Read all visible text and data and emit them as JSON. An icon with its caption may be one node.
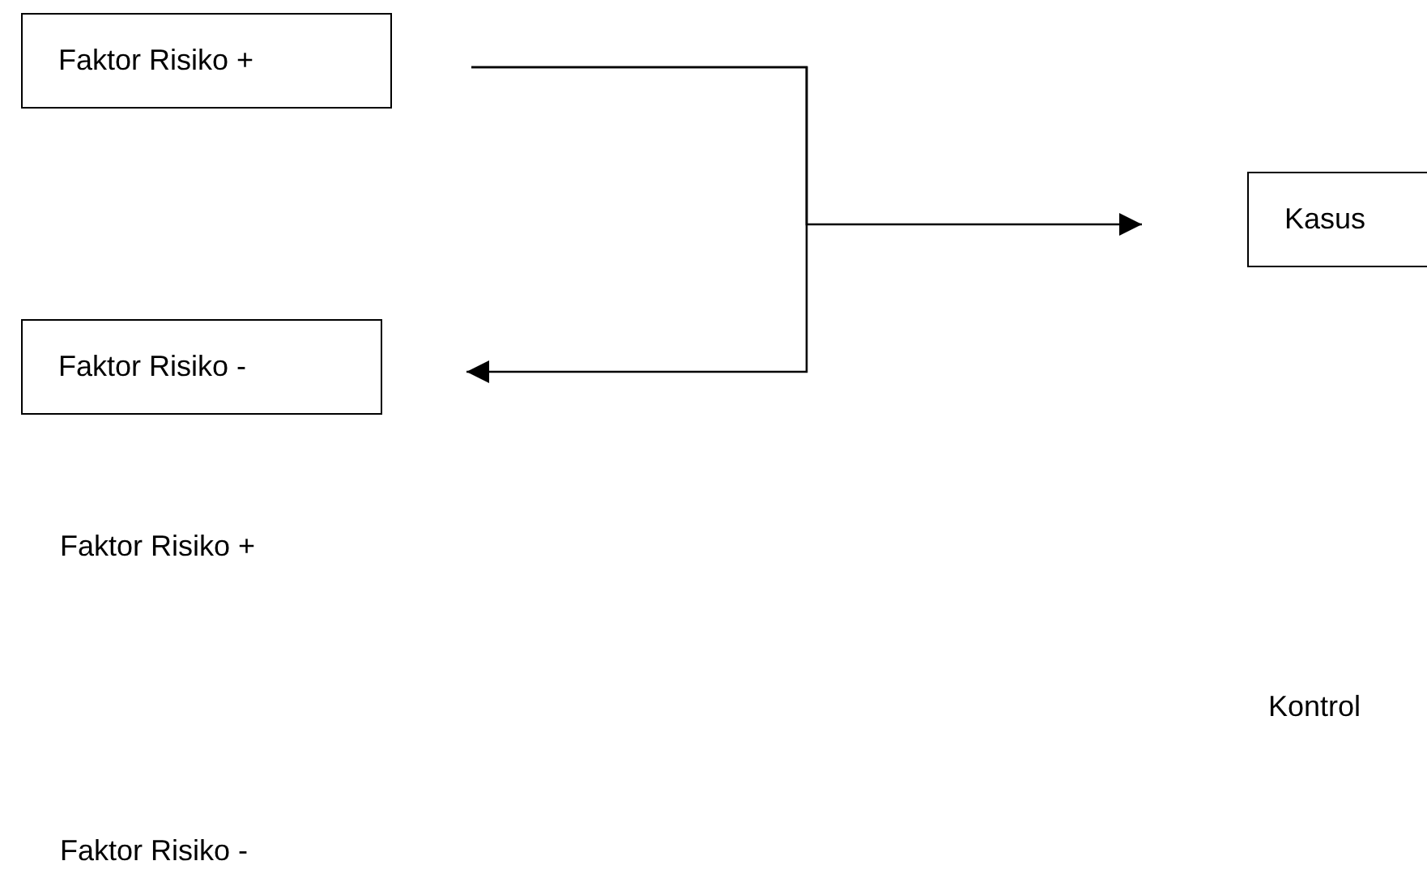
{
  "diagram": {
    "nodes": [
      {
        "text": [
          "Faktor Risiko +"
        ]
      },
      {
        "text": [
          "Faktor Risiko -"
        ]
      },
      {
        "text": [
          "Kasus"
        ]
      }
    ],
    "edges": [
      {
        "from": 0,
        "to": 2,
        "arrow": "to"
      },
      {
        "from": 0,
        "to": 1,
        "arrow": "to"
      }
    ],
    "labels": [
      "Faktor Risiko +",
      "Kontrol",
      "Faktor Risiko -"
    ]
  }
}
